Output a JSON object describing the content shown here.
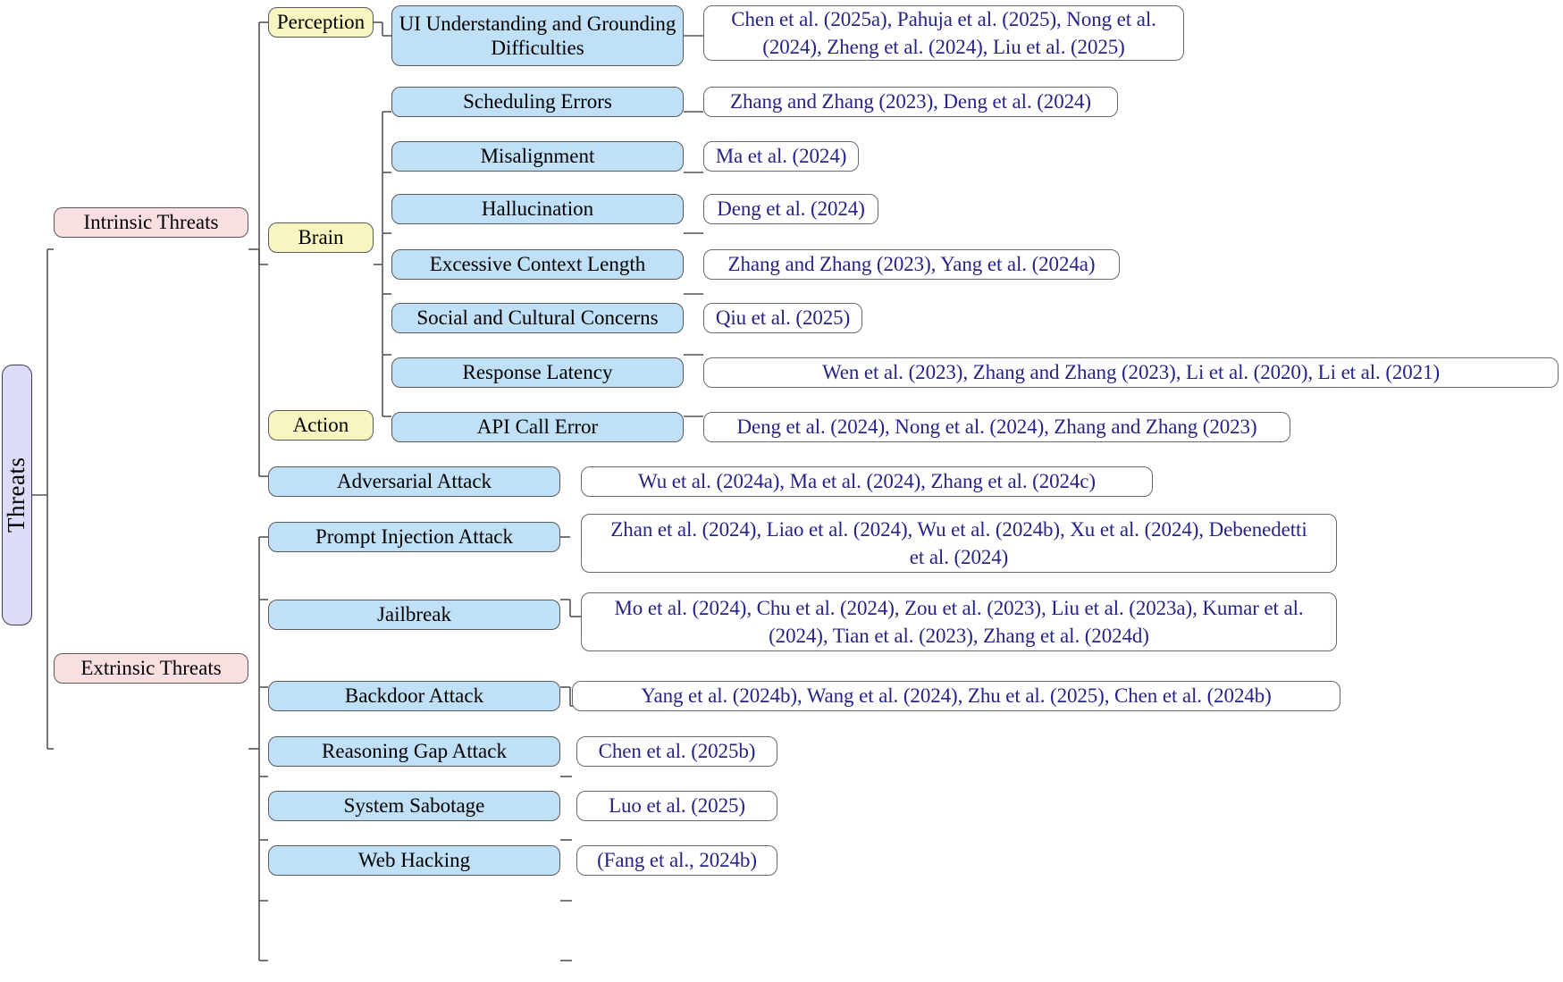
{
  "diagram": {
    "title": "Threats taxonomy mind map",
    "root": {
      "label": "Threats",
      "color": "#dcdcf8"
    },
    "colors": {
      "root": "#dcdcf8",
      "level1": "#fadfe0",
      "level2": "#f7f5c0",
      "leaf": "#bfe0f7",
      "citation_box": "#ffffff",
      "citation_text": "#262487",
      "edge": "#555555",
      "border": "#4a4a4a"
    },
    "branches": [
      {
        "label": "Intrinsic Threats",
        "groups": [
          {
            "label": "Perception",
            "items": [
              {
                "label": "UI Understanding and Grounding Difficulties",
                "citations": "Chen et al. (2025a), Pahuja et al. (2025), Nong et al. (2024), Zheng et al. (2024), Liu et al. (2025)"
              }
            ]
          },
          {
            "label": "Brain",
            "items": [
              {
                "label": "Scheduling Errors",
                "citations": "Zhang and Zhang (2023), Deng et al. (2024)"
              },
              {
                "label": "Misalignment",
                "citations": "Ma et al. (2024)"
              },
              {
                "label": "Hallucination",
                "citations": "Deng et al. (2024)"
              },
              {
                "label": "Excessive Context Length",
                "citations": "Zhang and Zhang (2023), Yang et al. (2024a)"
              },
              {
                "label": "Social and Cultural Concerns",
                "citations": "Qiu et al. (2025)"
              },
              {
                "label": "Response Latency",
                "citations": "Wen et al. (2023), Zhang and Zhang (2023), Li et al. (2020), Li et al. (2021)"
              }
            ]
          },
          {
            "label": "Action",
            "items": [
              {
                "label": "API Call Error",
                "citations": "Deng et al. (2024), Nong et al. (2024), Zhang and Zhang (2023)"
              }
            ]
          }
        ]
      },
      {
        "label": "Extrinsic Threats",
        "items": [
          {
            "label": "Adversarial Attack",
            "citations": "Wu et al. (2024a), Ma et al. (2024), Zhang et al. (2024c)"
          },
          {
            "label": "Prompt Injection Attack",
            "citations": "Zhan et al. (2024), Liao et al. (2024), Wu et al. (2024b), Xu et al. (2024), Debenedetti et al. (2024)"
          },
          {
            "label": "Jailbreak",
            "citations": "Mo et al. (2024), Chu et al. (2024), Zou et al. (2023), Liu et al. (2023a), Kumar et al. (2024), Tian et al. (2023), Zhang et al. (2024d)"
          },
          {
            "label": "Backdoor Attack",
            "citations": "Yang et al. (2024b), Wang et al. (2024), Zhu et al. (2025), Chen et al. (2024b)"
          },
          {
            "label": "Reasoning Gap Attack",
            "citations": "Chen et al. (2025b)"
          },
          {
            "label": "System Sabotage",
            "citations": "Luo et al. (2025)"
          },
          {
            "label": "Web Hacking",
            "citations": "(Fang et al., 2024b)"
          }
        ]
      }
    ]
  }
}
